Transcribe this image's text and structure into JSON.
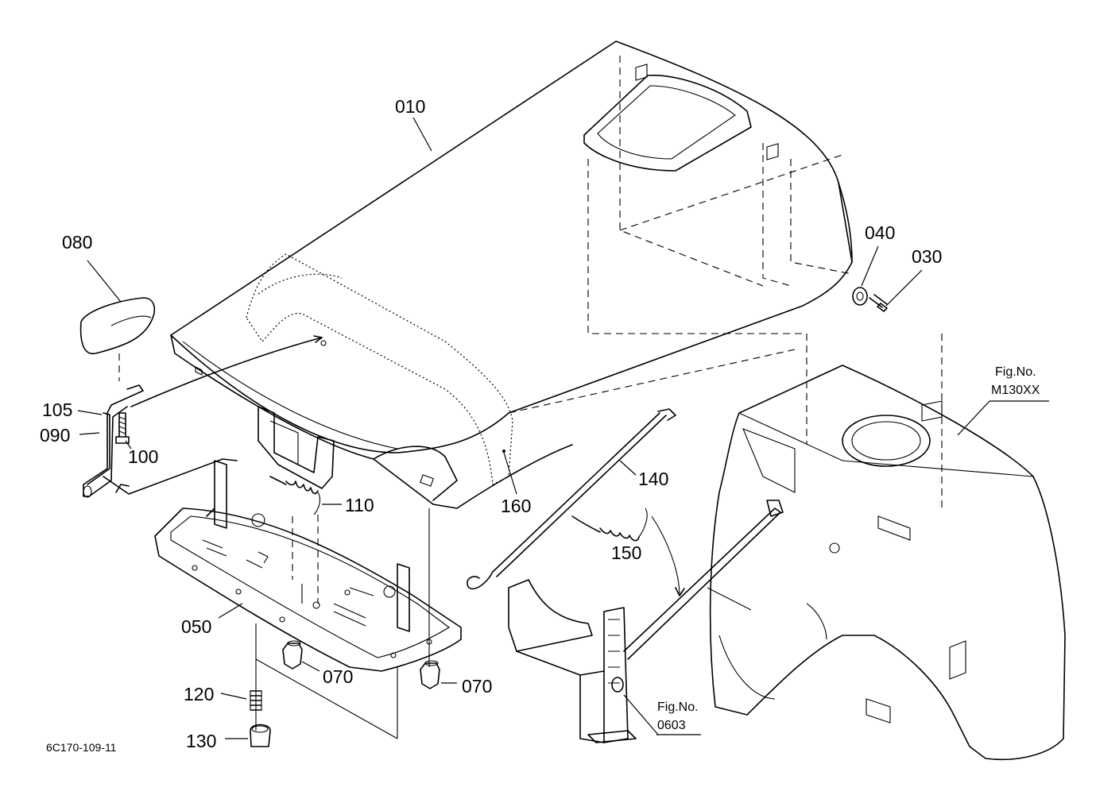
{
  "diagram": {
    "parts": [
      {
        "id": "p010",
        "label": "010"
      },
      {
        "id": "p030",
        "label": "030"
      },
      {
        "id": "p040",
        "label": "040"
      },
      {
        "id": "p050",
        "label": "050"
      },
      {
        "id": "p070a",
        "label": "070"
      },
      {
        "id": "p070b",
        "label": "070"
      },
      {
        "id": "p080",
        "label": "080"
      },
      {
        "id": "p090",
        "label": "090"
      },
      {
        "id": "p100",
        "label": "100"
      },
      {
        "id": "p105",
        "label": "105"
      },
      {
        "id": "p110",
        "label": "110"
      },
      {
        "id": "p120",
        "label": "120"
      },
      {
        "id": "p130",
        "label": "130"
      },
      {
        "id": "p140",
        "label": "140"
      },
      {
        "id": "p150",
        "label": "150"
      },
      {
        "id": "p160",
        "label": "160"
      }
    ],
    "references": [
      {
        "line1": "Fig.No.",
        "line2": "M130XX"
      },
      {
        "line1": "Fig.No.",
        "line2": "0603"
      }
    ],
    "drawing_code": "6C170-109-11"
  }
}
